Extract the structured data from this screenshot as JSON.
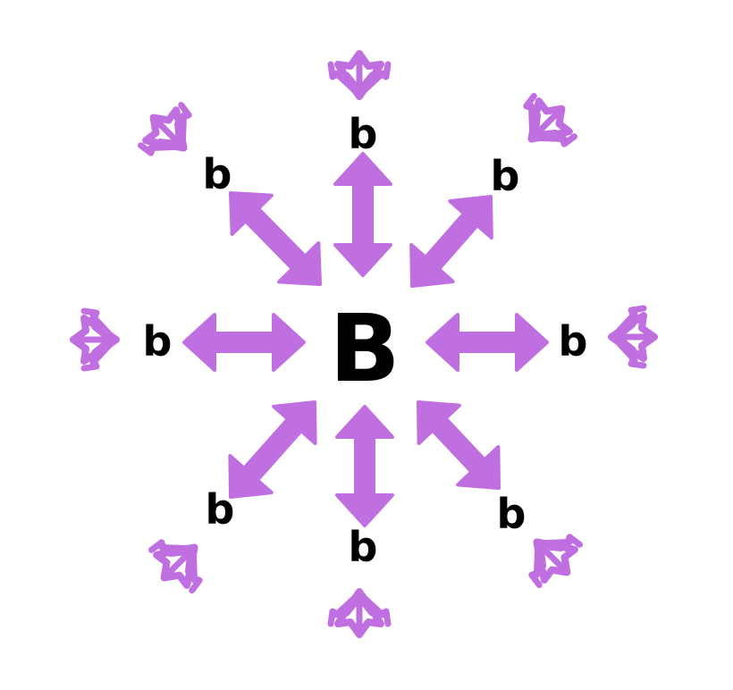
{
  "center_label": "B",
  "branch_labels": [
    "b",
    "b",
    "b",
    "b",
    "b",
    "b",
    "b",
    "b"
  ],
  "colors": {
    "arrow": "#bf6fdf",
    "text": "#000000",
    "background": "#ffffff"
  },
  "icons": {
    "link": "double-headed-arrow",
    "spread": "splayed-arrows-icon"
  }
}
